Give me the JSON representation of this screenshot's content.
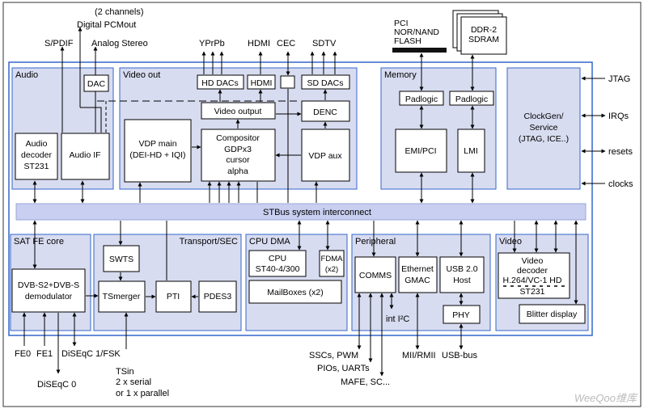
{
  "colors": {
    "outer_border": "#3366cc",
    "section_fill": "#d8dcf0",
    "section_border": "#3366cc",
    "box_fill": "#ffffff",
    "box_border": "#000000",
    "bus_fill": "#c8cff0",
    "arrow": "#000000"
  },
  "top_labels": {
    "channels": "(2 channels)",
    "digital_pcm": "Digital PCMout",
    "spdif": "S/PDIF",
    "analog_stereo": "Analog Stereo",
    "yprpb": "YPrPb",
    "hdmi_top": "HDMI",
    "cec": "CEC",
    "sdtv": "SDTV",
    "pci": "PCI",
    "nor_nand": "NOR/NAND",
    "flash": "FLASH",
    "ddr2": "DDR-2",
    "sdram": "SDRAM"
  },
  "sections": {
    "audio": "Audio",
    "video_out": "Video out",
    "memory": "Memory",
    "sat_fe": "SAT FE core",
    "transport": "Transport/SEC",
    "cpu_dma": "CPU DMA",
    "peripheral": "Peripheral",
    "video": "Video"
  },
  "blocks": {
    "dac": "DAC",
    "audio_decoder_1": "Audio",
    "audio_decoder_2": "decoder",
    "audio_decoder_3": "ST231",
    "audio_if": "Audio IF",
    "hd_dacs": "HD DACs",
    "hdmi": "HDMI",
    "sd_dacs": "SD DACs",
    "video_output": "Video output",
    "denc": "DENC",
    "vdp_main_1": "VDP main",
    "vdp_main_2": "(DEI-HD + IQI)",
    "compositor_1": "Compositor",
    "compositor_2": "GDPx3",
    "compositor_3": "cursor",
    "compositor_4": "alpha",
    "vdp_aux": "VDP aux",
    "padlogic_1": "Padlogic",
    "padlogic_2": "Padlogic",
    "emi_pci": "EMI/PCI",
    "lmi": "LMI",
    "clockgen_1": "ClockGen/",
    "clockgen_2": "Service",
    "clockgen_3": "(JTAG, ICE..)",
    "bus": "STBus system interconnect",
    "dvb_1": "DVB-S2+DVB-S",
    "dvb_2": "demodulator",
    "swts": "SWTS",
    "tsmerger": "TSmerger",
    "pti": "PTI",
    "pdes3": "PDES3",
    "cpu_1": "CPU",
    "cpu_2": "ST40-4/300",
    "fdma_1": "FDMA",
    "fdma_2": "(x2)",
    "mailboxes": "MailBoxes (x2)",
    "comms": "COMMS",
    "ethernet_1": "Ethernet",
    "ethernet_2": "GMAC",
    "usb_1": "USB 2.0",
    "usb_2": "Host",
    "phy": "PHY",
    "video_dec_1": "Video",
    "video_dec_2": "decoder",
    "video_dec_3": "H.264/VC-1 HD",
    "video_dec_4": "ST231",
    "blitter": "Blitter display"
  },
  "side_labels": {
    "jtag": "JTAG",
    "irqs": "IRQs",
    "resets": "resets",
    "clocks": "clocks"
  },
  "bottom_labels": {
    "fe0": "FE0",
    "fe1": "FE1",
    "diseqc_fsk": "DiSEqC 1/FSK",
    "diseqc0": "DiSEqC 0",
    "tsin": "TSin",
    "serial": "2 x serial",
    "parallel": "or 1 x parallel",
    "int_i2c": "int I²C",
    "sscs": "SSCs, PWM",
    "pios": "PIOs, UARTs",
    "mafe": "MAFE, SC...",
    "mii": "MII/RMII",
    "usb_bus": "USB-bus"
  },
  "watermark": "WeeQoo维库"
}
